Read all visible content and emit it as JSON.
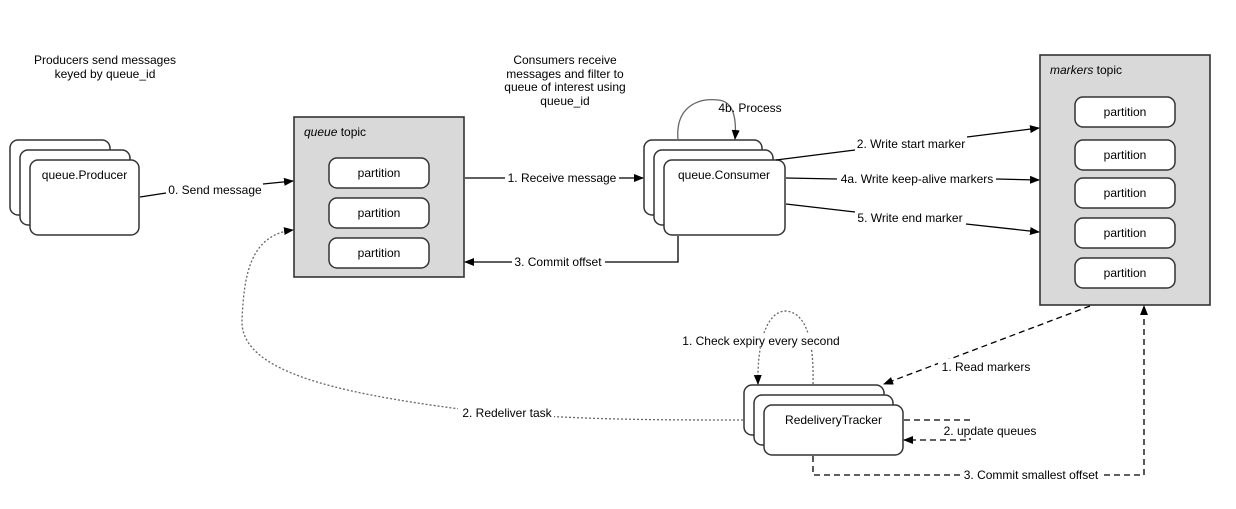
{
  "notes": {
    "producers_line1": "Producers send messages",
    "producers_line2": "keyed by queue_id",
    "consumers_line1": "Consumers receive",
    "consumers_line2": "messages and filter to",
    "consumers_line3": "queue of interest using",
    "consumers_line4": "queue_id"
  },
  "producer": {
    "label": "queue.Producer"
  },
  "queue_topic": {
    "name": "queue",
    "suffix": " topic",
    "partitions": [
      "partition",
      "partition",
      "partition"
    ]
  },
  "consumer": {
    "label": "queue.Consumer"
  },
  "markers_topic": {
    "name": "markers",
    "suffix": " topic",
    "partitions": [
      "partition",
      "partition",
      "partition",
      "partition",
      "partition"
    ]
  },
  "tracker": {
    "label": "RedeliveryTracker"
  },
  "edges": {
    "send_message": "0. Send message",
    "receive_message": "1. Receive message",
    "commit_offset": "3. Commit offset",
    "process": "4b. Process",
    "write_start_marker": "2. Write start marker",
    "write_keepalive": "4a. Write keep-alive markers",
    "write_end_marker": "5. Write end marker",
    "check_expiry": "1. Check expiry every second",
    "read_markers": "1. Read markers",
    "redeliver_task": "2. Redeliver task",
    "update_queues": "2. update queues",
    "commit_smallest_offset": "3. Commit smallest offset"
  }
}
